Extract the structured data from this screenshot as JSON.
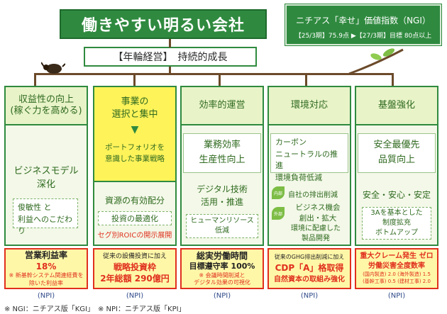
{
  "title": "働きやすい明るい会社",
  "ngi": {
    "heading": "ニチアス「幸せ」価値指数（NGI）",
    "sub": "【25/3期】75.9点 ▶【27/3期】目標 80点以上"
  },
  "ring": "【年輪経営】　持続的成長",
  "columns": [
    {
      "header": [
        "収益性の向上",
        "(稼ぐ力を高める)"
      ],
      "items": [
        "ビジネスモデル",
        "深化"
      ],
      "dash": [
        "俊敏性 と",
        "利益へのこだわり"
      ],
      "kpi": {
        "l1": "営業利益率",
        "l2": "18%",
        "l3": "※ 新基幹システム関連経費を",
        "l4": "除いた利益率"
      },
      "npi": "(NPI)"
    },
    {
      "header": [
        "事業の",
        "選択と集中"
      ],
      "arrow": "▼",
      "upper": [
        "ポートフォリオを",
        "意識した事業戦略"
      ],
      "lower_title": "資源の有効配分",
      "dash": "投資の最適化",
      "red": "セグ別ROICの開示展開",
      "kpi": {
        "l1": "従来の設備投資に加え",
        "l2": "戦略投資枠",
        "l3": "2年総額 290億円"
      },
      "npi": "(NPI)"
    },
    {
      "header": [
        "効率的運営"
      ],
      "upper": [
        "業務効率",
        "生産性向上"
      ],
      "lower": [
        "デジタル技術",
        "活用・推進"
      ],
      "dash": [
        "ヒューマンリソース",
        "低減"
      ],
      "kpi": {
        "l1": "総実労働時間",
        "l2": "目標遵守率 100%",
        "l3": "※ 会議時間削減と",
        "l4": "デジタル効果の可視化"
      },
      "npi": "(NPI)"
    },
    {
      "header": [
        "環境対応"
      ],
      "upper": [
        "カーボン",
        "ニュートラルの推進",
        "環境負荷低減"
      ],
      "tag1": "内部",
      "tag2": "外部",
      "inner1": "自社の排出削減",
      "inner2": [
        "ビジネス機会",
        "創出・拡大"
      ],
      "inner3": [
        "環境に配慮した",
        "製品開発"
      ],
      "kpi": {
        "l1": "従来のGHG排出削減に加え",
        "l2": "CDP「A」格取得",
        "l3": "自然資本の取組み強化"
      },
      "npi": "(NPI)"
    },
    {
      "header": [
        "基盤強化"
      ],
      "upper": [
        "安全最優先",
        "品質向上"
      ],
      "lower": [
        "安全・安心・安定"
      ],
      "dash": [
        "3Aを基本とした",
        "制度拡充",
        "ボトムアップ"
      ],
      "kpi": {
        "l1": "重大クレーム発生 ゼロ",
        "l2": "労働災害全度数率",
        "l3": "(国内製造) 2.0 (海外製造) 1.5",
        "l4": "(基幹工事) 0.5 (建材工事) 2.0"
      },
      "npi": "(NPI)"
    }
  ],
  "footer": "※ NGI：ニチアス版「KGI」　※ NPI：ニチアス版「KPI」"
}
